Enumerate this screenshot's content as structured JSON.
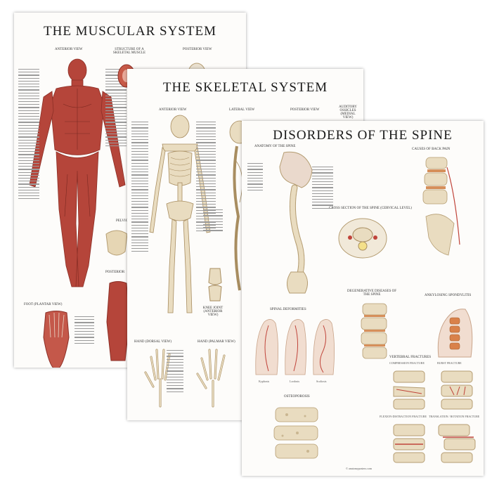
{
  "muscular": {
    "title": "THE MUSCULAR SYSTEM",
    "labels": {
      "anterior": "ANTERIOR VIEW",
      "structure": "STRUCTURE OF A SKELETAL MUSCLE",
      "posterior": "POSTERIOR VIEW",
      "pelvic": "PELVIC",
      "posterior2": "POSTERIOR",
      "foot": "FOOT (PLANTAR VIEW)"
    }
  },
  "skeletal": {
    "title": "THE SKELETAL SYSTEM",
    "labels": {
      "anterior": "ANTERIOR VIEW",
      "lateral": "LATERAL VIEW",
      "posterior": "POSTERIOR VIEW",
      "ossicles": "AUDITORY OSSICLES (MEDIAL VIEW)",
      "knee": "KNEE JOINT (ANTERIOR VIEW)",
      "hand_dorsal": "HAND (DORSAL VIEW)",
      "hand_palmar": "HAND (PALMAR VIEW)"
    }
  },
  "spine": {
    "title": "DISORDERS OF THE SPINE",
    "labels": {
      "anatomy": "ANATOMY OF THE SPINE",
      "back_pain": "CAUSES OF BACK PAIN",
      "cross": "CROSS SECTION OF THE SPINE (CERVICAL LEVEL)",
      "degenerative": "DEGENERATIVE DISEASES OF THE SPINE",
      "ankylosing": "ANKYLOSING SPONDYLITIS",
      "deformities": "SPINAL DEFORMITIES",
      "fractures": "VERTEBRAL FRACTURES",
      "compression": "COMPRESSION FRACTURE",
      "burst": "BURST FRACTURE",
      "flexion": "FLEXION-DISTRACTION FRACTURE",
      "translation": "TRANSLATION / ROTATION FRACTURE",
      "osteoporosis": "OSTEOPOROSIS",
      "kyphosis": "Kyphosis",
      "lordosis": "Lordosis",
      "scoliosis": "Scoliosis",
      "footer": "© anatomyposters.com"
    }
  },
  "colors": {
    "muscle": "#b5453a",
    "muscle_dark": "#8c2f26",
    "bone": "#e9dcc0",
    "bone_dark": "#b59d72"
  }
}
